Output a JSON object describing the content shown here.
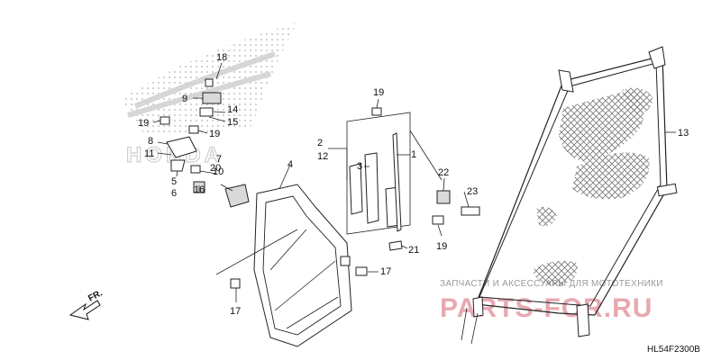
{
  "diagram": {
    "code": "HL54F2300B",
    "direction_label": "FR.",
    "watermark": {
      "line1": "ЗАПЧАСТИ И АКСЕССУАРЫ ДЛЯ МОТОТЕХНИКИ",
      "line2": "PARTS-FOR.RU"
    },
    "callouts": [
      "18",
      "9",
      "14",
      "15",
      "19",
      "19",
      "8",
      "11",
      "5",
      "6",
      "20",
      "16",
      "7",
      "10",
      "4",
      "17",
      "17",
      "2",
      "12",
      "3",
      "1",
      "19",
      "21",
      "22",
      "23",
      "19",
      "13"
    ]
  }
}
